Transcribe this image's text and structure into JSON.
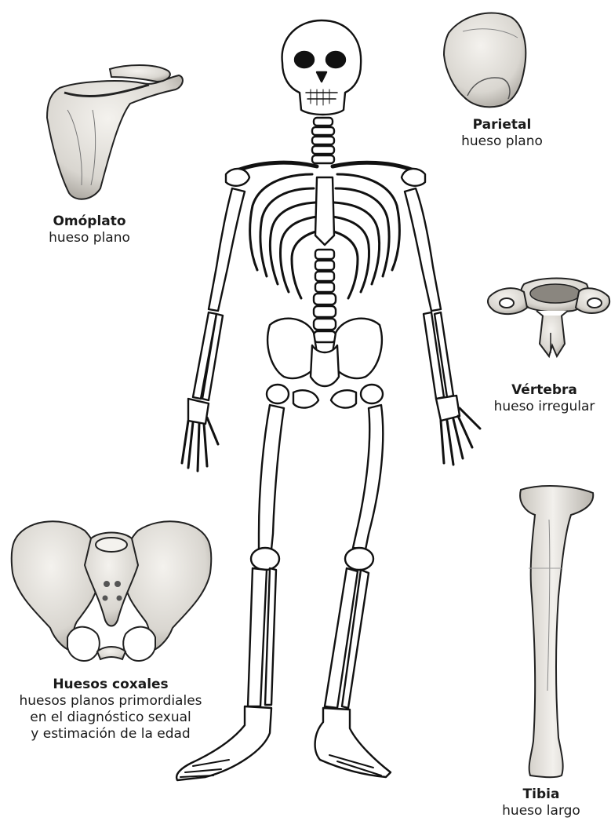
{
  "bones": {
    "omoplato": {
      "name": "Omóplato",
      "kind": "hueso plano"
    },
    "parietal": {
      "name": "Parietal",
      "kind": "hueso plano"
    },
    "vertebra": {
      "name": "Vértebra",
      "kind": "hueso irregular"
    },
    "coxales": {
      "name": "Huesos coxales",
      "kind_lines": [
        "huesos planos primordiales",
        "en el diagnóstico sexual",
        "y estimación de la edad"
      ]
    },
    "tibia": {
      "name": "Tibia",
      "kind": "hueso largo"
    }
  },
  "colors": {
    "ink": "#1a1a1a",
    "bone_shade": "#d9d6d0",
    "paper": "#ffffff"
  }
}
